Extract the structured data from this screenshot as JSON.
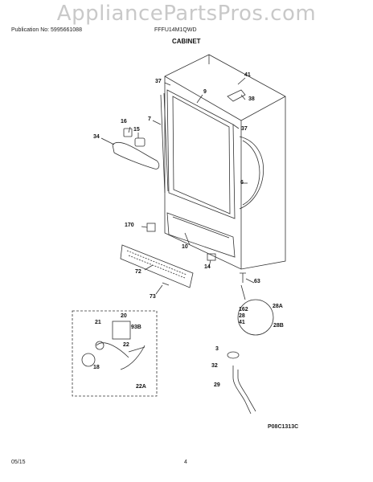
{
  "watermark": "AppliancePartsPros.com",
  "header": {
    "publication": "Publication No: 5995661088",
    "model": "FFFU14M1QWD"
  },
  "title": "CABINET",
  "callouts": {
    "c37a": "37",
    "c9": "9",
    "c41": "41",
    "c38": "38",
    "c7": "7",
    "c37b": "37",
    "c16": "16",
    "c15": "15",
    "c34": "34",
    "c6": "6",
    "c170": "170",
    "c10": "10",
    "c72": "72",
    "c14": "14",
    "c63": "63",
    "c73": "73",
    "c20": "20",
    "c21": "21",
    "c93B": "93B",
    "c22": "22",
    "c18": "18",
    "c22A": "22A",
    "c28A": "28A",
    "c162": "162",
    "c28": "28",
    "c41b": "41",
    "c28B": "28B",
    "c3": "3",
    "c32": "32",
    "c29": "29"
  },
  "diagram_code": "P08C1313C",
  "footer": {
    "date": "05/15",
    "page": "4"
  }
}
